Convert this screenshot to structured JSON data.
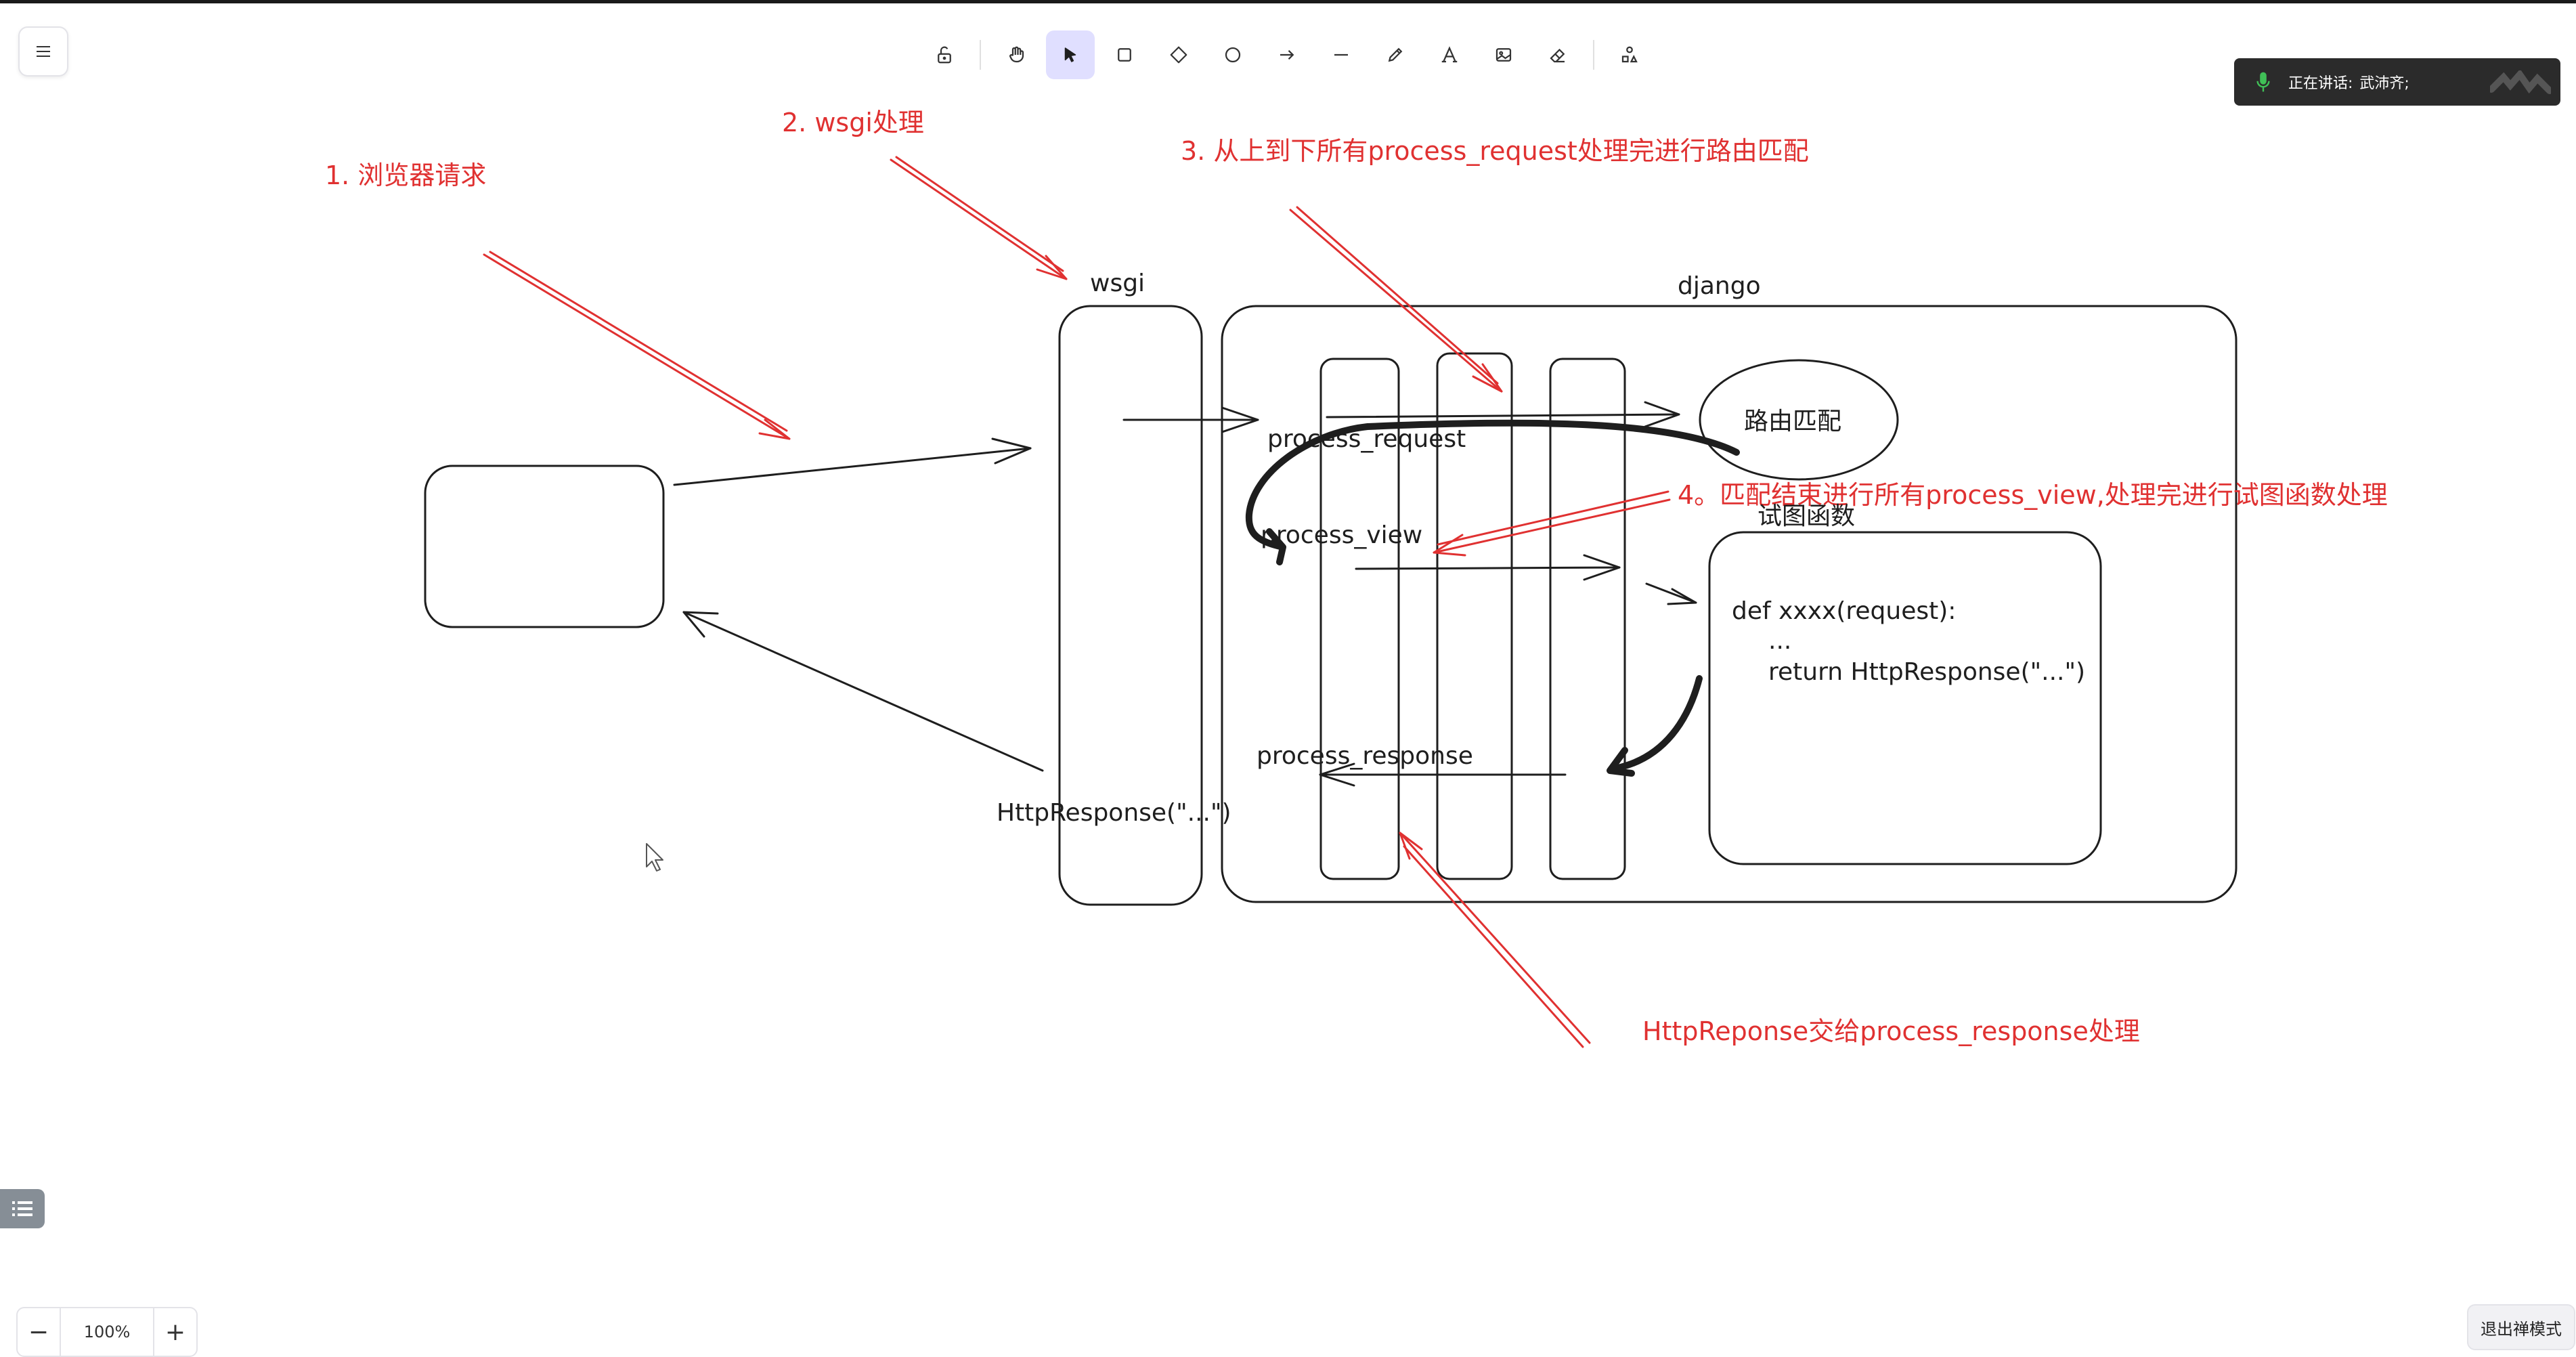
{
  "toolbar": {
    "tools": [
      "lock-icon",
      "hand-icon",
      "selection-icon",
      "rectangle-icon",
      "diamond-icon",
      "ellipse-icon",
      "arrow-icon",
      "line-icon",
      "pencil-icon",
      "text-icon",
      "image-icon",
      "eraser-icon",
      "more-shapes-icon"
    ],
    "active": "selection-icon",
    "active_color": "#e0dfff"
  },
  "meeting": {
    "speaking_label": "正在讲话:",
    "speaker": "武沛齐;"
  },
  "diagram": {
    "step1": "1. 浏览器请求",
    "step2": "2. wsgi处理",
    "step3": "3. 从上到下所有process_request处理完进行路由匹配",
    "step4": "4。匹配结束进行所有process_view,处理完进行试图函数处理",
    "step5": "HttpReponse交给process_response处理",
    "wsgi": "wsgi",
    "django": "django",
    "process_request": "process_request",
    "process_view": "process_view",
    "process_response": "process_response",
    "route_match": "路由匹配",
    "view_func_title": "试图函数",
    "code_line1": "def xxxx(request):",
    "code_line2": "...",
    "code_line3": "return HttpResponse(\"...\")",
    "http_response": "HttpResponse(\"...\")",
    "annotation_color": "#e03131",
    "stroke_color": "#1e1e1e"
  },
  "zoom": {
    "minus": "−",
    "value": "100%",
    "plus": "+"
  },
  "zen_mode": "退出禅模式"
}
